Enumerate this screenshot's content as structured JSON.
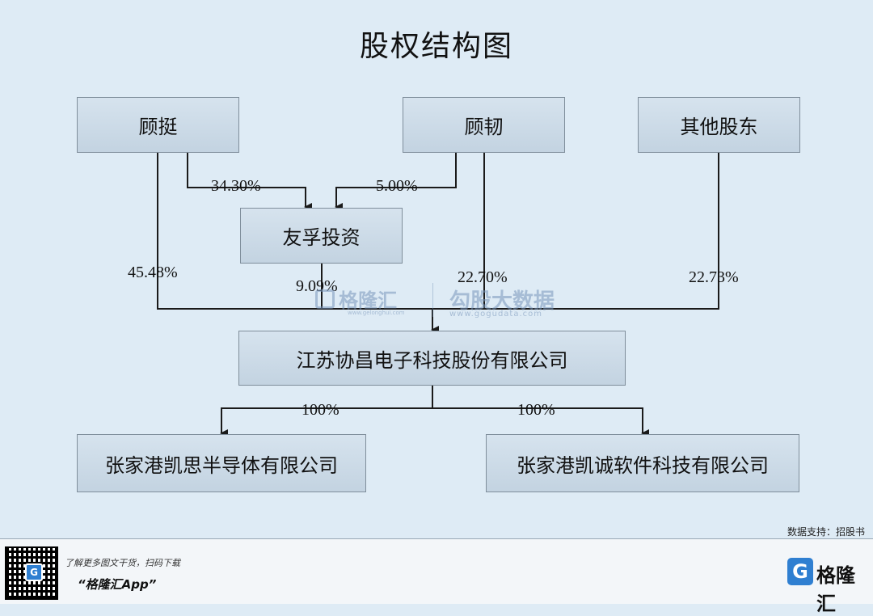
{
  "title": "股权结构图",
  "nodes": {
    "gu_ting": "顾挺",
    "gu_ren": "顾韧",
    "other": "其他股东",
    "youfu": "友孚投资",
    "main": "江苏协昌电子科技股份有限公司",
    "sub1": "张家港凯思半导体有限公司",
    "sub2": "张家港凯诚软件科技有限公司"
  },
  "edges": {
    "ting_youfu": "34.30%",
    "ren_youfu": "5.00%",
    "ting_main": "45.48%",
    "youfu_main": "9.09%",
    "ren_main": "22.70%",
    "other_main": "22.73%",
    "main_sub1": "100%",
    "main_sub2": "100%"
  },
  "watermark": {
    "left_brand": "格隆汇",
    "left_url": "www.gelonghui.com",
    "right_brand": "勾股大数据",
    "right_url": "www.gogudata.com"
  },
  "footer": {
    "source": "数据支持：招股书",
    "promo": "了解更多图文干货，扫码下载",
    "app": "“格隆汇App”",
    "brand_logo": "G",
    "brand_name": "格隆汇"
  },
  "colors": {
    "background": "#deebf5",
    "box_fill": "#c3d3e1",
    "box_border": "#7f8e9b",
    "line": "#1a1a1a"
  }
}
